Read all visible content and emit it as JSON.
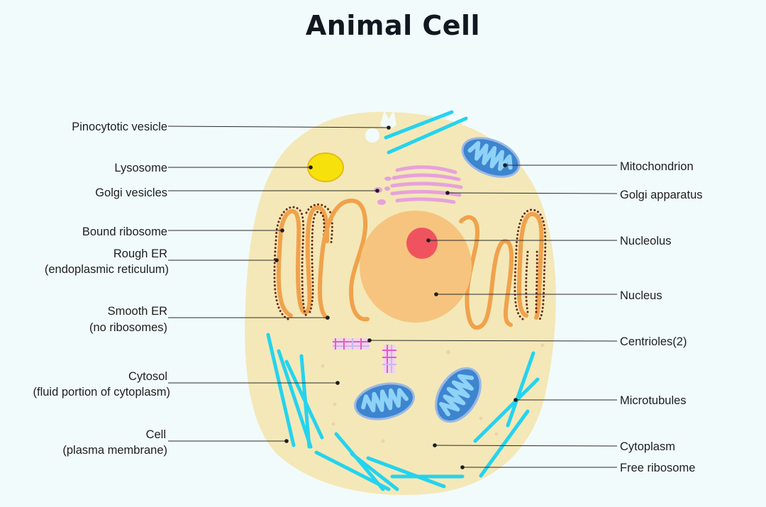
{
  "title": "Animal Cell",
  "colors": {
    "background": "#f2fbfc",
    "cytoplasm": "#f4e8b8",
    "nucleus": "#f6c47e",
    "nucleolus": "#ef5360",
    "endoplasmic_reticulum": "#f0a24c",
    "ribosome": "#6b2c14",
    "mitochondrion_outer": "#3d85cf",
    "mitochondrion_inner": "#8fd2f7",
    "lysosome": "#f6e10d",
    "golgi": "#e6a2da",
    "microtubule": "#25d3ee",
    "centriole": "#e55cc0"
  },
  "labels_left": {
    "pinocytotic_vesicle": "Pinocytotic vesicle",
    "lysosome": "Lysosome",
    "golgi_vesicles": "Golgi vesicles",
    "bound_ribosome": "Bound ribosome",
    "rough_er_1": "Rough ER",
    "rough_er_2": "(endoplasmic reticulum)",
    "smooth_er_1": "Smooth ER",
    "smooth_er_2": "(no ribosomes)",
    "cytosol_1": "Cytosol",
    "cytosol_2": "(fluid portion of cytoplasm)",
    "cell_1": "Cell",
    "cell_2": "(plasma membrane)"
  },
  "labels_right": {
    "mitochondrion": "Mitochondrion",
    "golgi_apparatus": "Golgi apparatus",
    "nucleolus": "Nucleolus",
    "nucleus": "Nucleus",
    "centrioles": "Centrioles(2)",
    "microtubules": "Microtubules",
    "cytoplasm": "Cytoplasm",
    "free_ribosome": "Free ribosome"
  }
}
